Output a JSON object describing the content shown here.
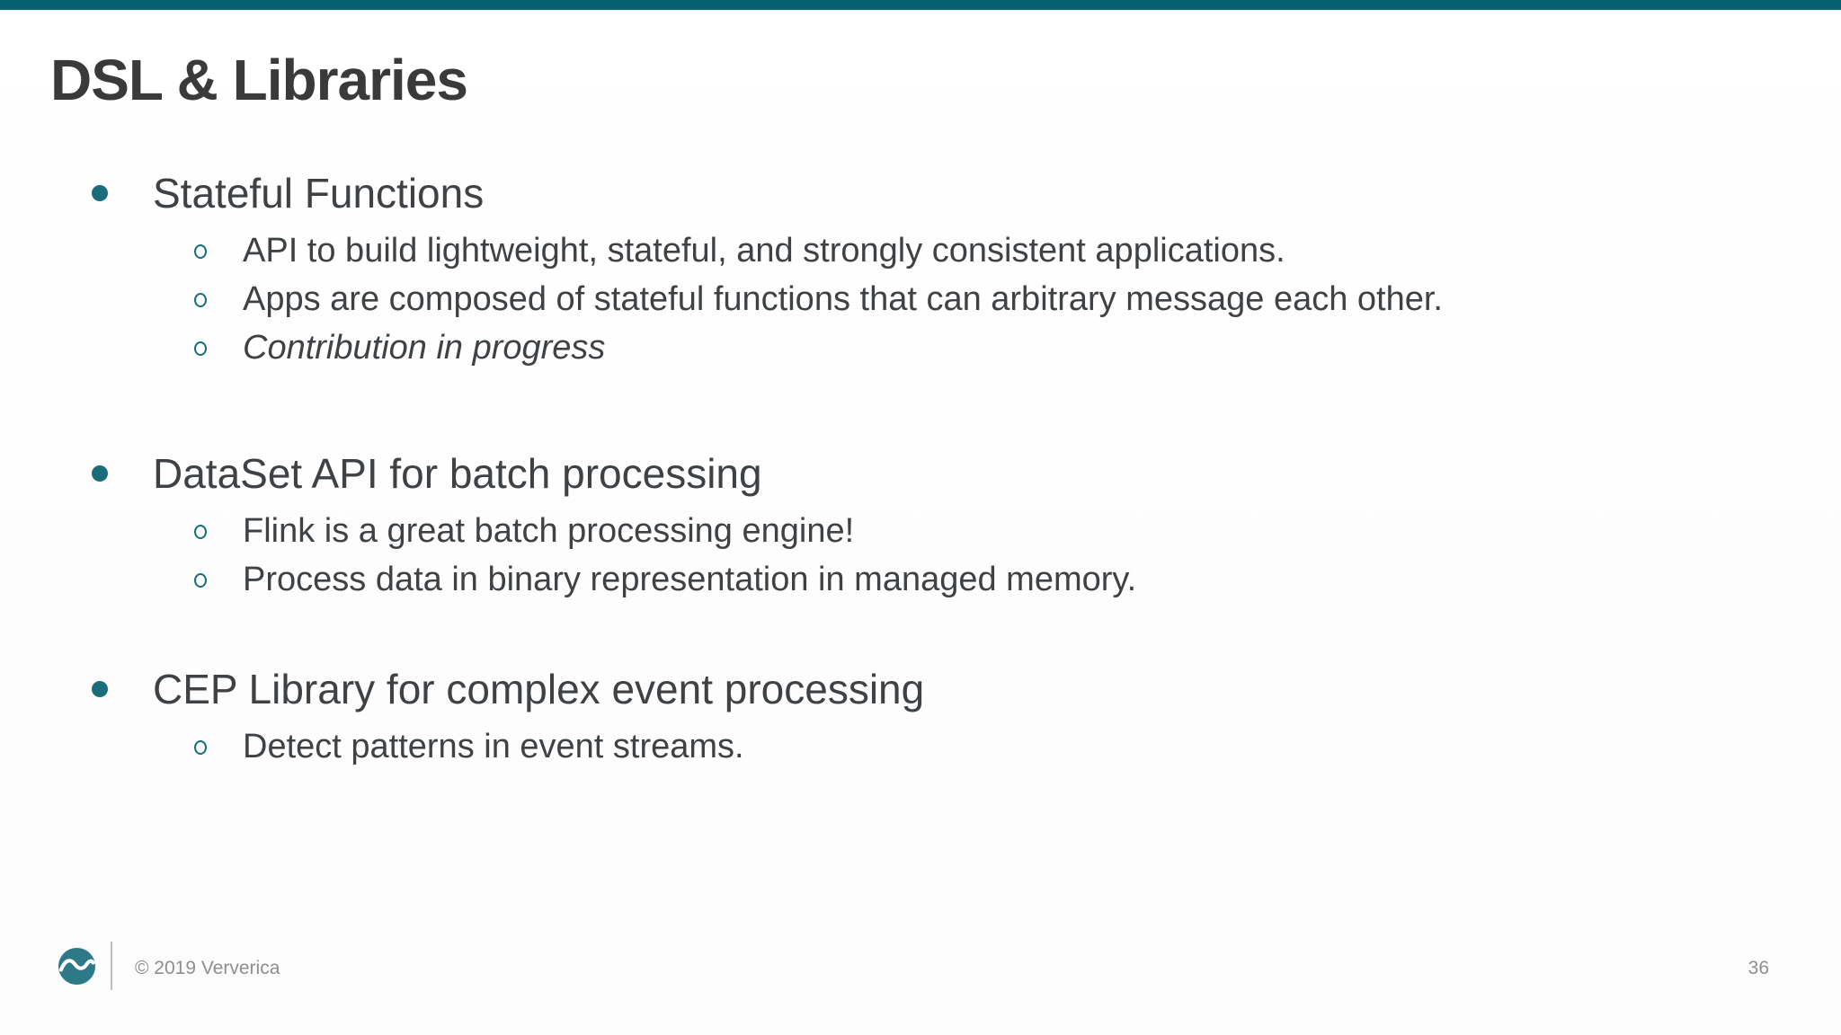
{
  "slide": {
    "title": "DSL & Libraries",
    "groups": [
      {
        "heading": "Stateful Functions",
        "items": [
          {
            "text": "API to build lightweight, stateful, and strongly consistent applications."
          },
          {
            "text": "Apps are composed of stateful functions that can arbitrary message each other."
          },
          {
            "text": "Contribution in progress"
          }
        ]
      },
      {
        "heading": "DataSet API for batch processing",
        "items": [
          {
            "text": "Flink is a great batch processing engine!"
          },
          {
            "text": "Process data in binary representation in managed memory."
          }
        ]
      },
      {
        "heading": "CEP Library for complex event processing",
        "items": [
          {
            "text": "Detect patterns in event streams."
          }
        ]
      }
    ],
    "footer": {
      "copyright": "© 2019 Ververica",
      "page_number": "36",
      "logo_icon": "ververica-wave-logo"
    },
    "colors": {
      "accent_teal": "#06616f",
      "bullet_teal": "#196d7d",
      "logo_teal": "#2e7987",
      "text_dark": "#3f4245",
      "footer_grey": "#8e8e8e"
    }
  }
}
